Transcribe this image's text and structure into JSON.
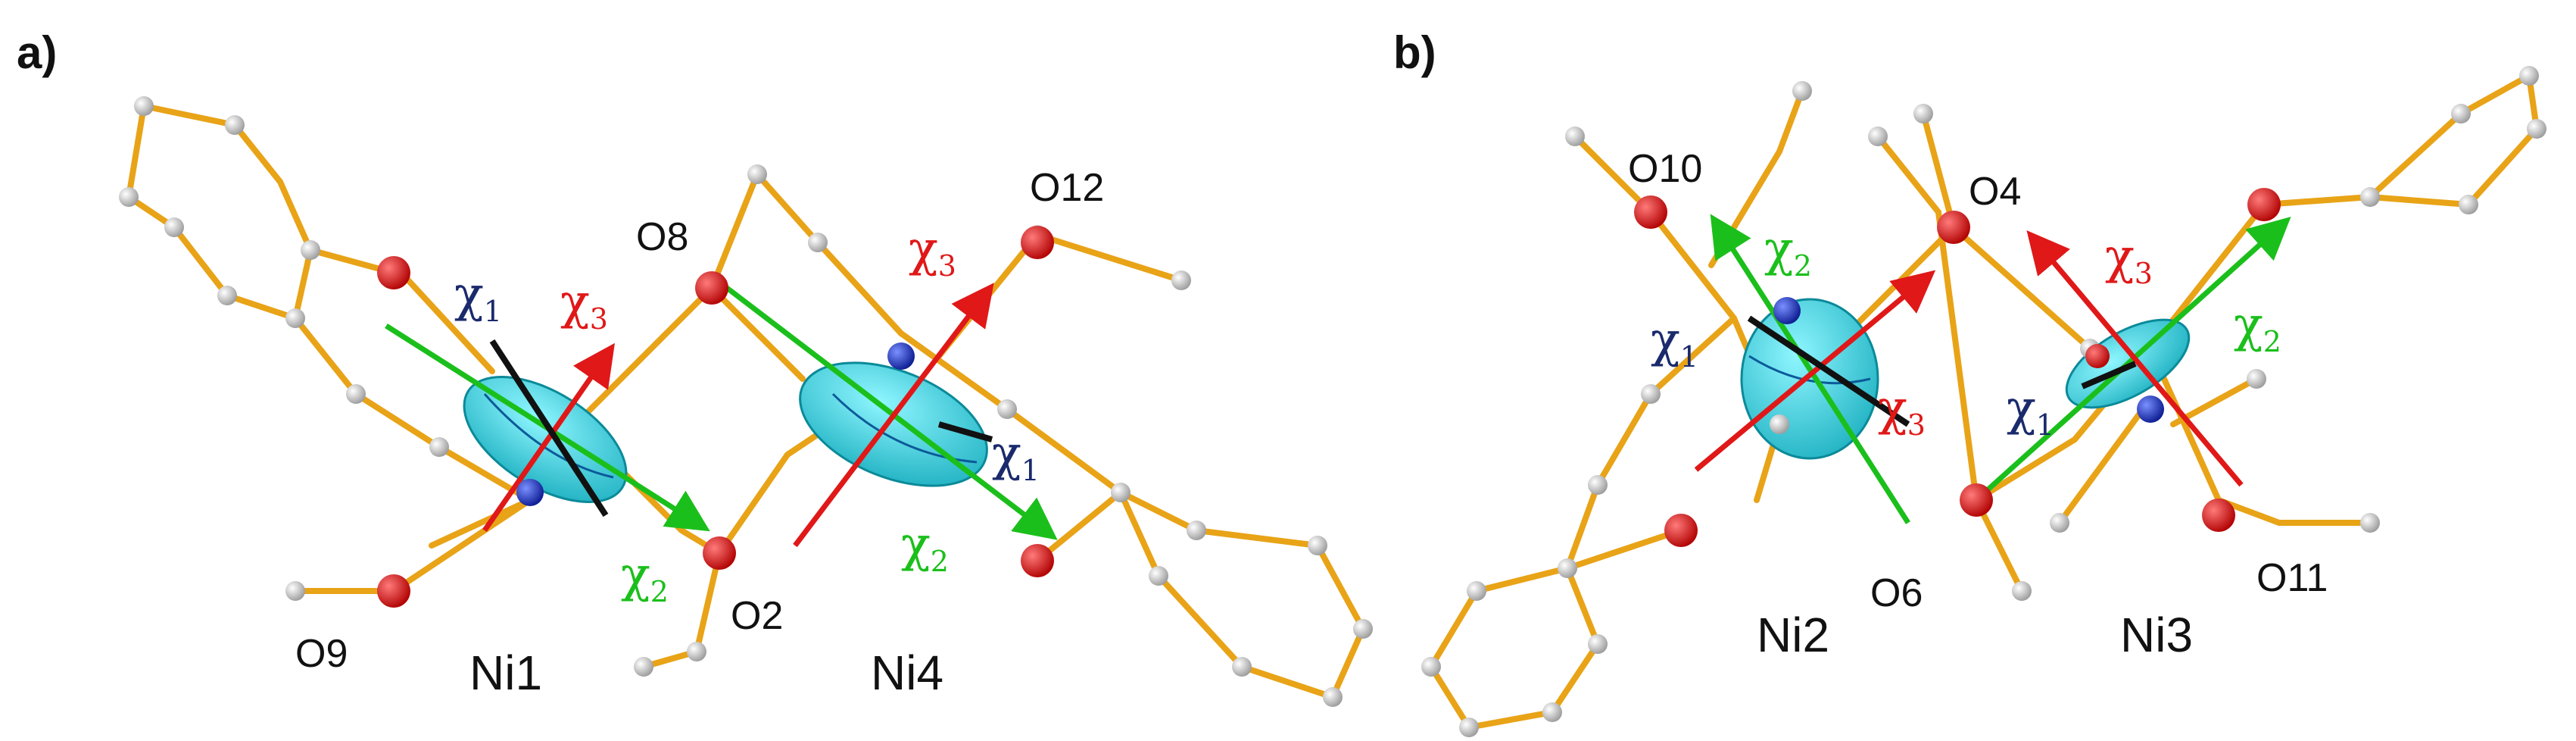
{
  "panels": {
    "a": {
      "tag": "a)",
      "metals": [
        "Ni1",
        "Ni4"
      ],
      "oxygen_labels": [
        "O8",
        "O12",
        "O9",
        "O2"
      ],
      "axes": {
        "ni1": {
          "chi1": "χ",
          "chi1_sub": "1",
          "chi2": "χ",
          "chi2_sub": "2",
          "chi3": "χ",
          "chi3_sub": "3"
        },
        "ni4": {
          "chi1": "χ",
          "chi1_sub": "1",
          "chi2": "χ",
          "chi2_sub": "2",
          "chi3": "χ",
          "chi3_sub": "3"
        }
      }
    },
    "b": {
      "tag": "b)",
      "metals": [
        "Ni2",
        "Ni3"
      ],
      "oxygen_labels": [
        "O10",
        "O4",
        "O6",
        "O11"
      ],
      "axes": {
        "ni2": {
          "chi1": "χ",
          "chi1_sub": "1",
          "chi2": "χ",
          "chi2_sub": "2",
          "chi3": "χ",
          "chi3_sub": "3"
        },
        "ni3": {
          "chi1": "χ",
          "chi1_sub": "1",
          "chi2": "χ",
          "chi2_sub": "2",
          "chi3": "χ",
          "chi3_sub": "3"
        }
      }
    }
  },
  "colors": {
    "bond": "#E8A317",
    "carbon": "#C8C8C8",
    "oxygen": "#D41010",
    "nitrogen": "#1430C8",
    "ellipsoid": "#2CCFE0",
    "chi1": "#1A2A6C",
    "chi2": "#1BBF1B",
    "chi3": "#E01818"
  }
}
